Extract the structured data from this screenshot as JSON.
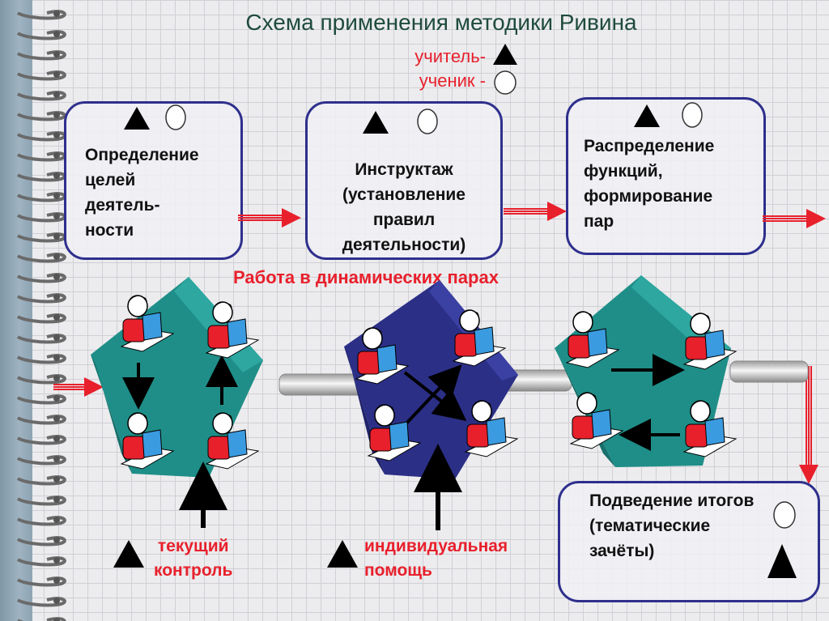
{
  "title": "Схема применения методики Ривина",
  "legend": {
    "teacher": "учитель-",
    "student": "ученик -"
  },
  "steps": [
    {
      "text": "Определение\nцелей\nдеятель-\nности"
    },
    {
      "text": "Инструктаж\n(установление\nправил\nдеятельности)"
    },
    {
      "text": "Распределение\nфункций,\nформирование\nпар"
    }
  ],
  "work_label": "Работа в динамических парах",
  "summary": "Подведение итогов\n(тематические\nзачёты)",
  "control_label": "текущий\nконтроль",
  "help_label": "индивидуальная\nпомощь",
  "colors": {
    "box_border": "#2e2f8c",
    "accent_red": "#e8202c",
    "cube_teal": "#1f8e88",
    "cube_navy": "#2b2f86",
    "title": "#1f4b3b"
  }
}
